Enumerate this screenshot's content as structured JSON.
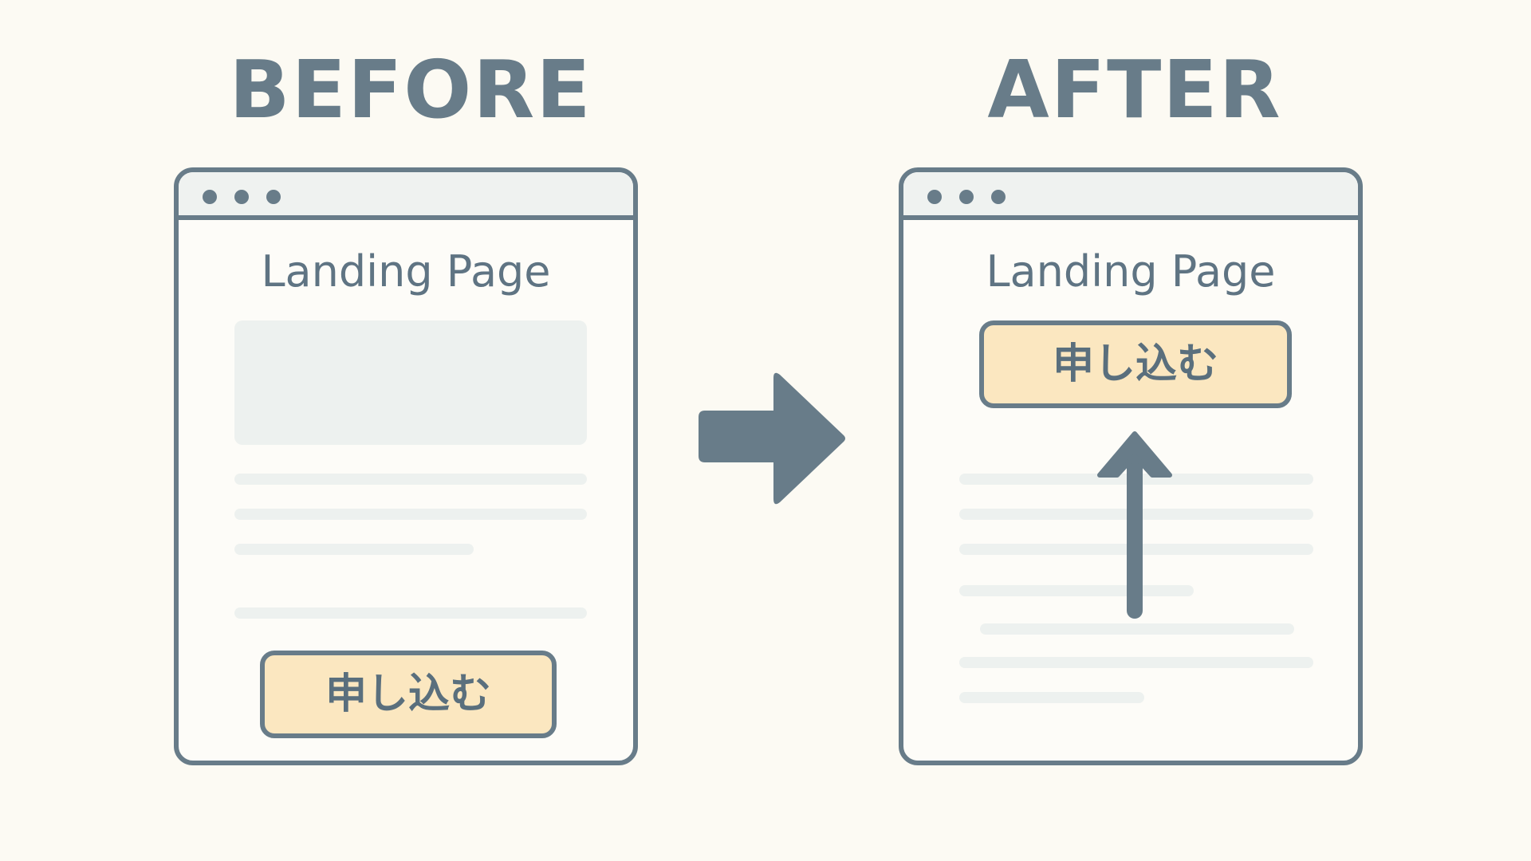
{
  "colors": {
    "stroke": "#687c89",
    "background": "#fcfaf3",
    "button_fill": "#fbe7c0",
    "placeholder": "#edf1ef"
  },
  "before": {
    "heading": "BEFORE",
    "page_title": "Landing Page",
    "cta_label": "申し込む"
  },
  "after": {
    "heading": "AFTER",
    "page_title": "Landing Page",
    "cta_label": "申し込む"
  },
  "icons": {
    "transition": "right-arrow-icon",
    "move_up": "up-arrow-icon",
    "window_controls": "window-dots-icon"
  }
}
